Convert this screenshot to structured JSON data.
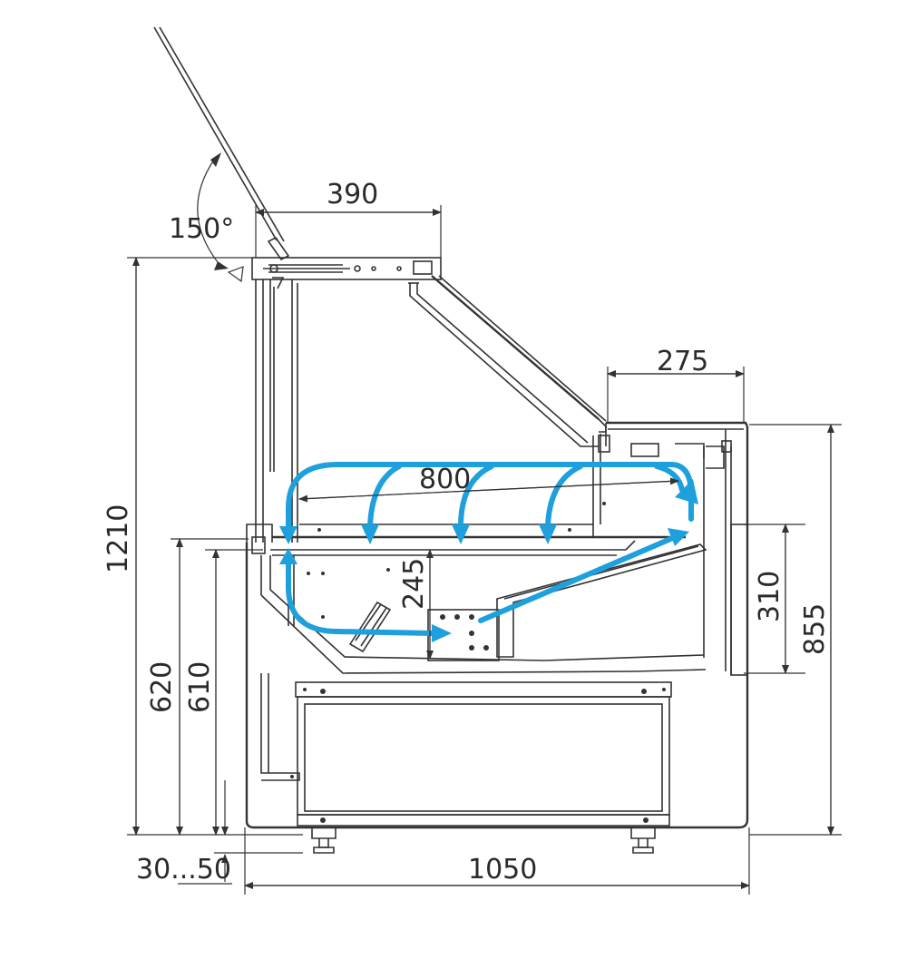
{
  "dimensions": {
    "glass_angle": "150°",
    "top_depth": "390",
    "counter_depth": "275",
    "display_depth": "800",
    "total_height": "1210",
    "front_height": "620",
    "floor_height": "610",
    "tray_height": "245",
    "rear_panel_height": "310",
    "rear_height": "855",
    "foot_range": "30...50",
    "total_depth": "1050"
  },
  "colors": {
    "airflow": "#1ea0dc",
    "line": "#333333",
    "background": "#ffffff"
  }
}
